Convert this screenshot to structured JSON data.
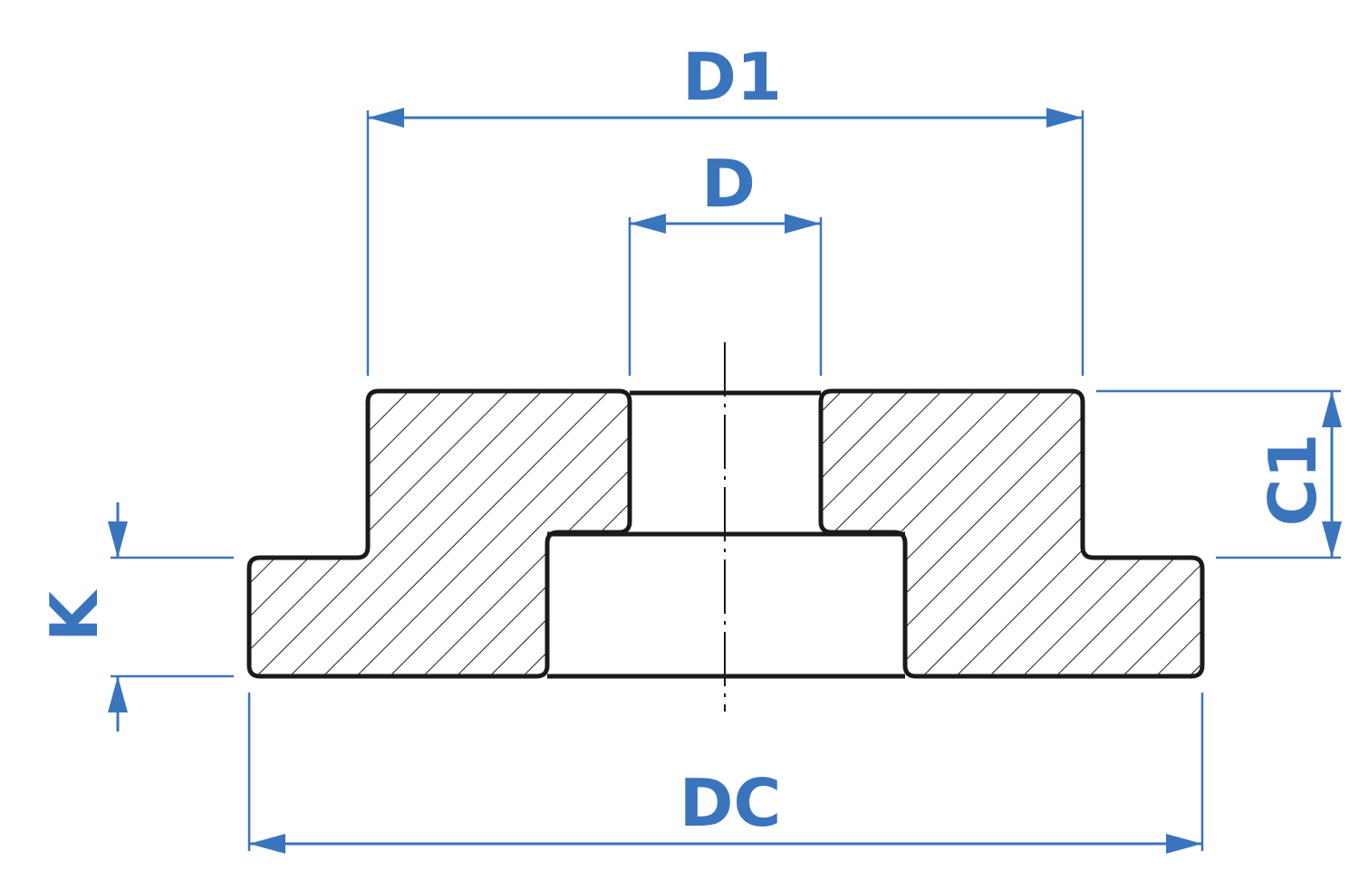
{
  "colors": {
    "dimension": "#3a74bd",
    "outline": "#1a1a1a",
    "hatch": "#1a1a1a",
    "background": "#ffffff"
  },
  "dimensions": {
    "d1": "D1",
    "d": "D",
    "c1": "C1",
    "k": "K",
    "dc": "DC"
  }
}
